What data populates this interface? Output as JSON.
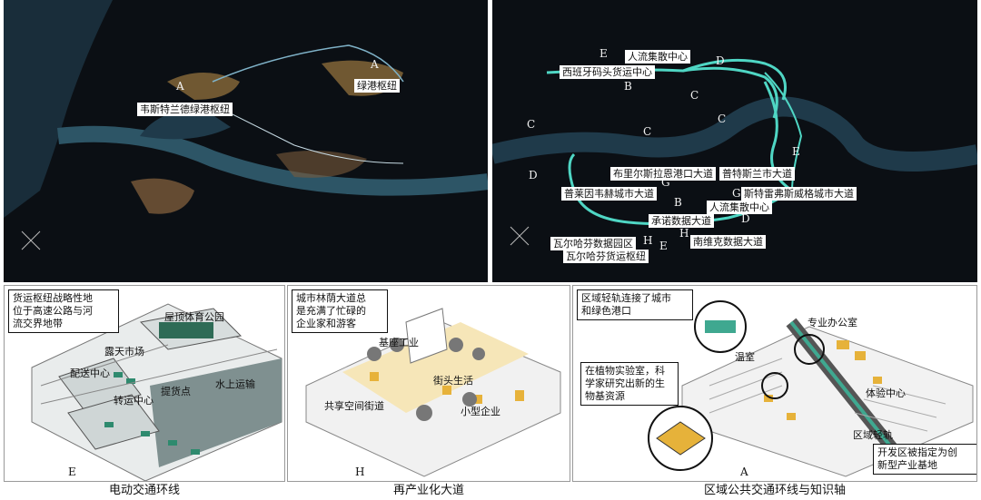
{
  "map_left": {
    "labels": [
      "韦斯特兰德绿港枢纽",
      "绿港枢纽"
    ],
    "zones": [
      "A",
      "A"
    ]
  },
  "map_right": {
    "labels": [
      "人流集散中心",
      "西班牙码头货运中心",
      "布里尔斯拉恩港口大道",
      "普特斯兰市大道",
      "普莱因韦赫城市大道",
      "斯特雷弗斯威格城市大道",
      "人流集散中心",
      "承诺数据大道",
      "南维克数据大道",
      "瓦尔哈芬数据园区",
      "瓦尔哈芬货运枢纽"
    ],
    "zones": [
      "E",
      "D",
      "B",
      "C",
      "C",
      "C",
      "C",
      "D",
      "E",
      "D",
      "G",
      "B",
      "G",
      "D",
      "H",
      "H",
      "E"
    ]
  },
  "panels": [
    {
      "callout": "货运枢纽战略性地\n位于高速公路与河\n流交界地带",
      "labels": [
        "屋顶体育公园",
        "露天市场",
        "配送中心",
        "提货点",
        "水上运输",
        "转运中心"
      ],
      "letter": "E",
      "caption": "电动交通环线"
    },
    {
      "callout": "城市林荫大道总\n是充满了忙碌的\n企业家和游客",
      "labels": [
        "基座工业",
        "街头生活",
        "共享空间街道",
        "小型企业"
      ],
      "letter": "H",
      "caption": "再产业化大道"
    },
    {
      "callouts": [
        "区域轻轨连接了城市\n和绿色港口",
        "在植物实验室，科\n学家研究出新的生\n物基资源",
        "开发区被指定为创\n新型产业基地"
      ],
      "labels": [
        "专业办公室",
        "温室",
        "体验中心",
        "区域轻轨"
      ],
      "letter": "A",
      "caption": "区域公共交通环线与知识轴"
    }
  ],
  "colors": {
    "map_bg": "#0b0f14",
    "water": "#1f3a4a",
    "teal": "#4fd6c4",
    "gold": "#c9a055",
    "yellow": "#f0c23a"
  }
}
